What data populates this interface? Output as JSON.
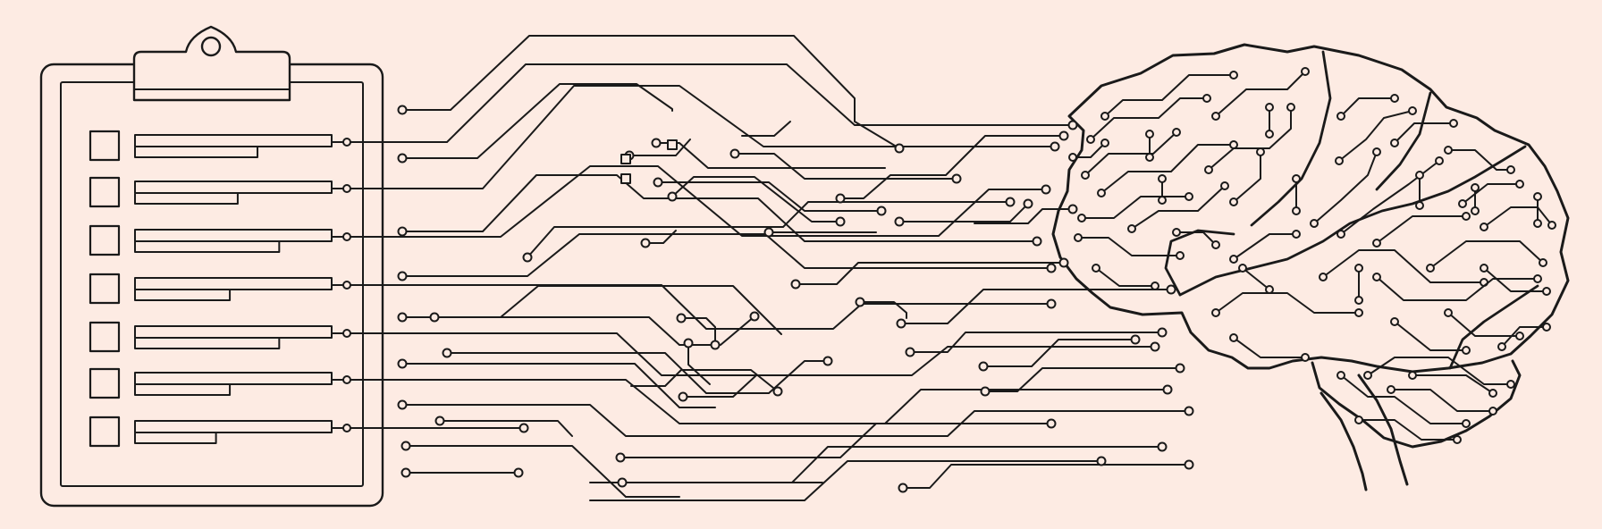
{
  "illustration": {
    "background_color": "#fdebe3",
    "ink_color": "#1a1a1a",
    "clipboard": {
      "checklist_rows": [
        {
          "checked": false,
          "line_fraction": 0.62
        },
        {
          "checked": false,
          "line_fraction": 0.52
        },
        {
          "checked": false,
          "line_fraction": 0.73
        },
        {
          "checked": false,
          "line_fraction": 0.48
        },
        {
          "checked": false,
          "line_fraction": 0.73
        },
        {
          "checked": false,
          "line_fraction": 0.48
        },
        {
          "checked": false,
          "line_fraction": 0.41
        }
      ]
    },
    "icons": [
      "clipboard-icon",
      "checkbox-icon",
      "circuit-trace-icon",
      "circuit-brain-icon"
    ]
  }
}
